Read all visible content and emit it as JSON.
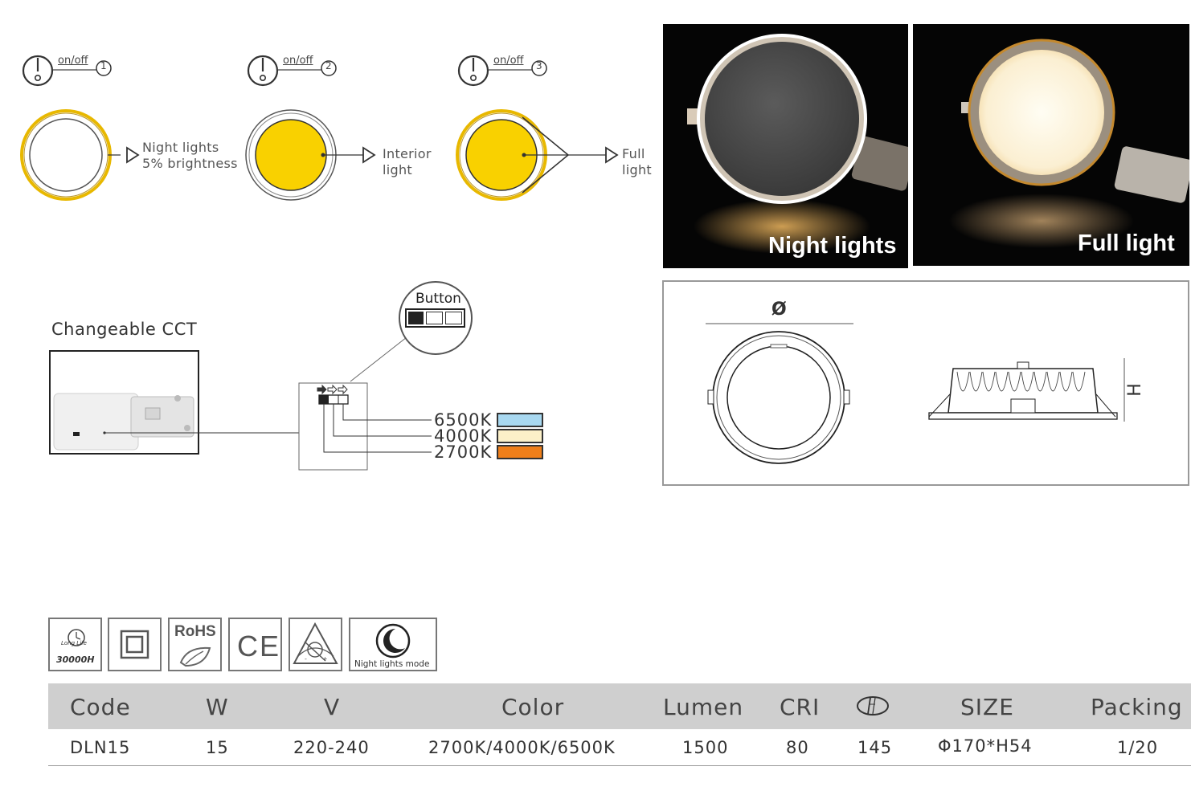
{
  "modes": [
    {
      "onoff": "on/off",
      "number": "1",
      "label_line1": "Night lights",
      "label_line2": "5% brightness"
    },
    {
      "onoff": "on/off",
      "number": "2",
      "label_line1": "Interior",
      "label_line2": "light"
    },
    {
      "onoff": "on/off",
      "number": "3",
      "label_line1": "Full",
      "label_line2": "light"
    }
  ],
  "photos": {
    "night": "Night lights",
    "full": "Full light"
  },
  "cct": {
    "title": "Changeable CCT",
    "button_label": "Button",
    "options": [
      {
        "label": "6500K",
        "color": "#a8d8f0"
      },
      {
        "label": "4000K",
        "color": "#fcf0c8"
      },
      {
        "label": "2700K",
        "color": "#ef7f1a"
      }
    ]
  },
  "dimensions": {
    "diameter_symbol": "Ø",
    "height_symbol": "H"
  },
  "certifications": {
    "long_life_text": "Long Life",
    "hours": "30000H",
    "rohs": "RoHS",
    "ce": "CE",
    "night_mode": "Night lights mode"
  },
  "colors": {
    "accent_yellow": "#f9d100",
    "ring_gold": "#c9a227",
    "table_header_bg": "#cfcfcf"
  },
  "table": {
    "headers": [
      "Code",
      "W",
      "V",
      "Color",
      "Lumen",
      "CRI",
      "",
      "SIZE",
      "Packing"
    ],
    "cutout_icon": "cutout-icon",
    "rows": [
      [
        "DLN15",
        "15",
        "220-240",
        "2700K/4000K/6500K",
        "1500",
        "80",
        "145",
        "Φ170*H54",
        "1/20"
      ]
    ]
  }
}
